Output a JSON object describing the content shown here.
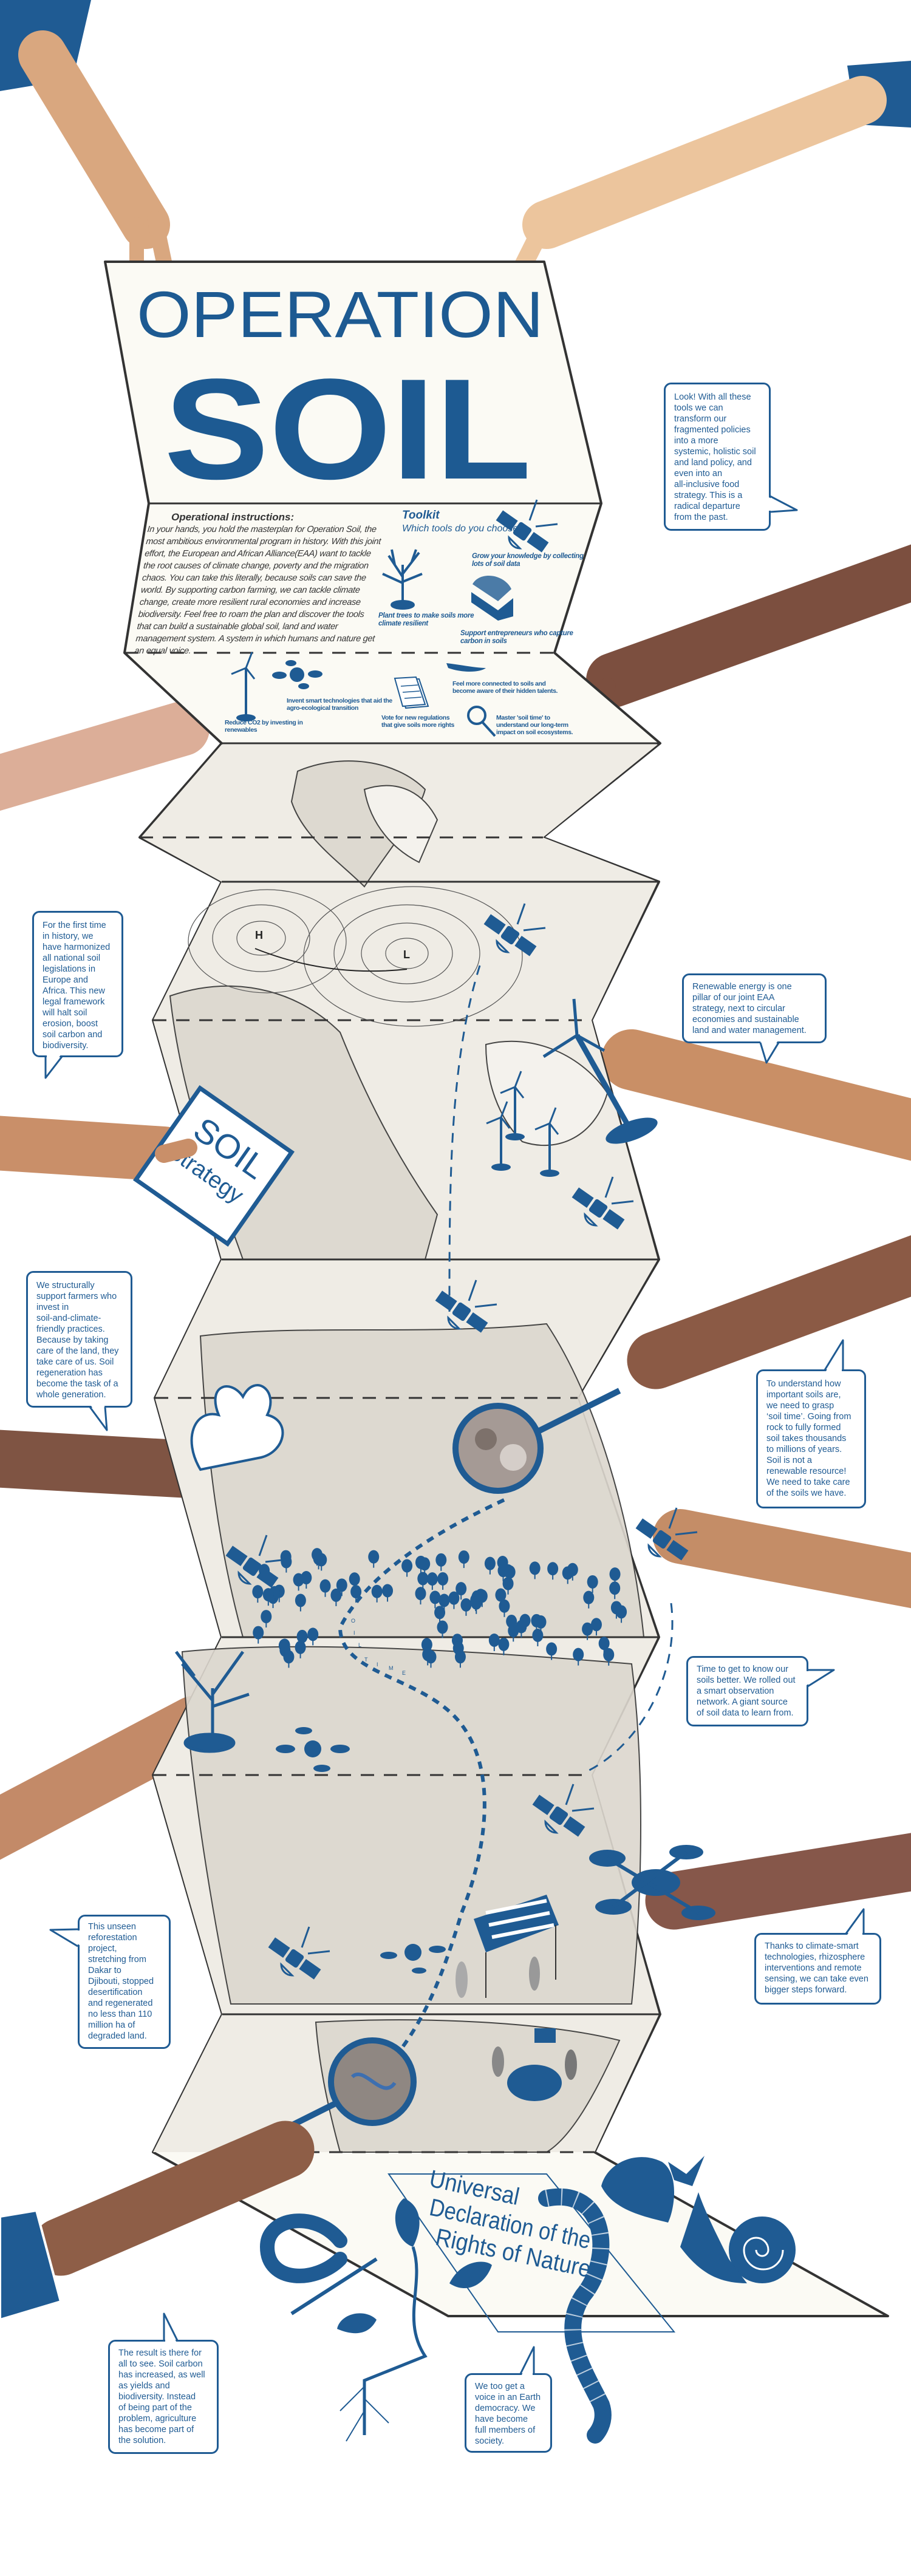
{
  "colors": {
    "brand_blue": "#1f5b93",
    "paper": "#fbfaf4",
    "map_land": "#e6e2da",
    "outline": "#333333"
  },
  "title": {
    "line1": "OPERATION",
    "line2": "SOIL"
  },
  "instructions": {
    "heading": "Operational instructions:",
    "body": "In your hands, you hold the masterplan for Operation Soil, the most ambitious environmental program in history. With this joint effort, the European and African Alliance(EAA) want to tackle the root causes of climate change, poverty and the migration chaos. You can take this literally, because soils can save the world. By supporting carbon farming, we can tackle climate change, create more resilient rural economies and increase biodiversity. Feel free to roam the plan and discover the tools that can build a sustainable global soil, land and water management system. A system in which humans and nature get an equal voice."
  },
  "toolkit": {
    "heading": "Toolkit",
    "question": "Which tools do you choose?",
    "tools": [
      {
        "icon": "satellite-icon",
        "label": "Grow your knowledge by collecting\nlots of soil data"
      },
      {
        "icon": "tree-icon",
        "label": "Plant trees to make soils more\nclimate resilient"
      },
      {
        "icon": "soil-box-icon",
        "label": "Support entrepreneurs who capture\ncarbon in soils"
      },
      {
        "icon": "wind-turbine-icon",
        "label": "Reduce CO2 by investing in\nrenewables"
      },
      {
        "icon": "drone-icon",
        "label": "Invent smart technologies that aid the\nagro-ecological transition"
      },
      {
        "icon": "document-icon",
        "label": "Vote for new regulations\nthat give soils more rights"
      },
      {
        "icon": "hand-soil-icon",
        "label": "Feel more connected to soils and\nbecome aware of their hidden talents."
      },
      {
        "icon": "magnifier-icon",
        "label": "Master 'soil time' to\nunderstand our long-term\nimpact on soil ecosystems."
      }
    ]
  },
  "map": {
    "high_label": "H",
    "low_label": "L",
    "soil_time_letters": [
      "S",
      "O",
      "I",
      "L",
      "T",
      "I",
      "M",
      "E"
    ]
  },
  "booklet": {
    "line1": "SOIL",
    "line2": "Strategy"
  },
  "declaration": {
    "line1": "Universal",
    "line2": "Declaration of the",
    "line3": "Rights of Nature"
  },
  "bubbles": [
    {
      "id": "tools",
      "text": "Look! With all these\ntools we can\ntransform our\nfragmented policies\ninto a more\nsystemic, holistic soil\nand land policy, and\neven into an\nall-inclusive food\nstrategy. This is a\nradical departure\nfrom the past."
    },
    {
      "id": "legislation",
      "text": "For the first time\nin history, we\nhave harmonized\nall national soil\nlegislations in\nEurope and\nAfrica. This new\nlegal framework\nwill halt soil\nerosion, boost\nsoil carbon and\nbiodiversity."
    },
    {
      "id": "renewable",
      "text": "Renewable energy is one\npillar of our joint EAA\nstrategy, next to circular\neconomies and sustainable\nland and water management."
    },
    {
      "id": "farmers",
      "text": "We structurally\nsupport farmers who\ninvest in\nsoil-and-climate-\nfriendly practices.\nBecause by taking\ncare of the land, they\ntake care of us. Soil\nregeneration has\nbecome the task of a\nwhole generation."
    },
    {
      "id": "soil-time",
      "text": "To understand how\nimportant soils are,\nwe need to grasp\n‘soil time’. Going from\nrock to fully formed\nsoil takes thousands\nto millions of years.\nSoil is not a\nrenewable resource!\nWe need to take care\nof the soils we have."
    },
    {
      "id": "observation",
      "text": "Time to get to know our\nsoils better. We rolled out\na smart observation\nnetwork. A giant source\nof soil data to learn from."
    },
    {
      "id": "technologies",
      "text": "Thanks to climate-smart\ntechnologies, rhizosphere\ninterventions and remote\nsensing, we can take even\nbigger steps forward."
    },
    {
      "id": "reforestation",
      "text": "This unseen\nreforestation\nproject,\nstretching from\nDakar to\nDjibouti, stopped\ndesertification\nand regenerated\nno less than 110\nmillion ha of\ndegraded land."
    },
    {
      "id": "result",
      "text": "The result is there for\nall to see. Soil carbon\nhas increased, as well\nas yields and\nbiodiversity. Instead\nof being part of the\nproblem, agriculture\nhas become part of\nthe solution."
    },
    {
      "id": "nature-voice",
      "text": "We too get a\nvoice in an Earth\ndemocracy. We\nhave become\nfull members of\nsociety."
    }
  ]
}
